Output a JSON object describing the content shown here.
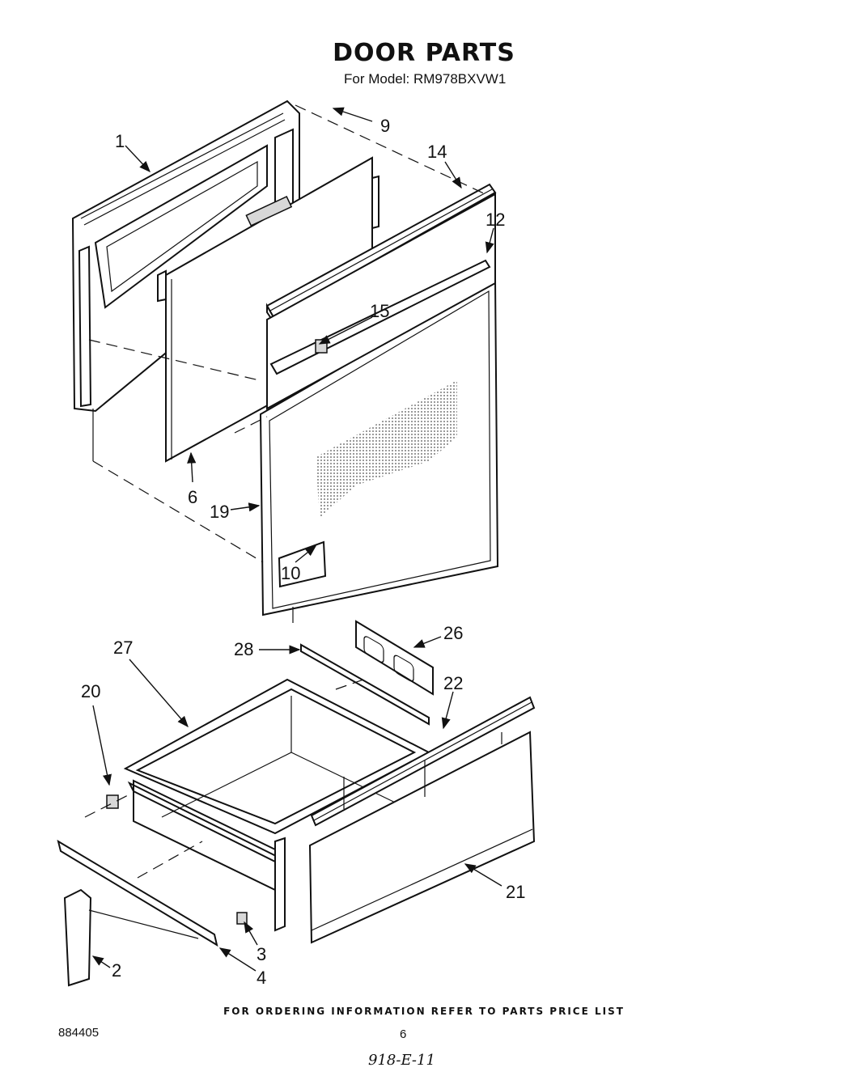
{
  "header": {
    "title": "DOOR PARTS",
    "model_line": "For Model: RM978BXVW1"
  },
  "callouts": [
    "1",
    "9",
    "14",
    "12",
    "15",
    "6",
    "19",
    "10",
    "27",
    "28",
    "26",
    "20",
    "22",
    "21",
    "3",
    "2",
    "4"
  ],
  "footer": {
    "ordering_note": "FOR ORDERING INFORMATION REFER TO PARTS PRICE LIST",
    "doc_number": "884405",
    "page_number": "6",
    "handwritten_note": "918-E-11"
  }
}
